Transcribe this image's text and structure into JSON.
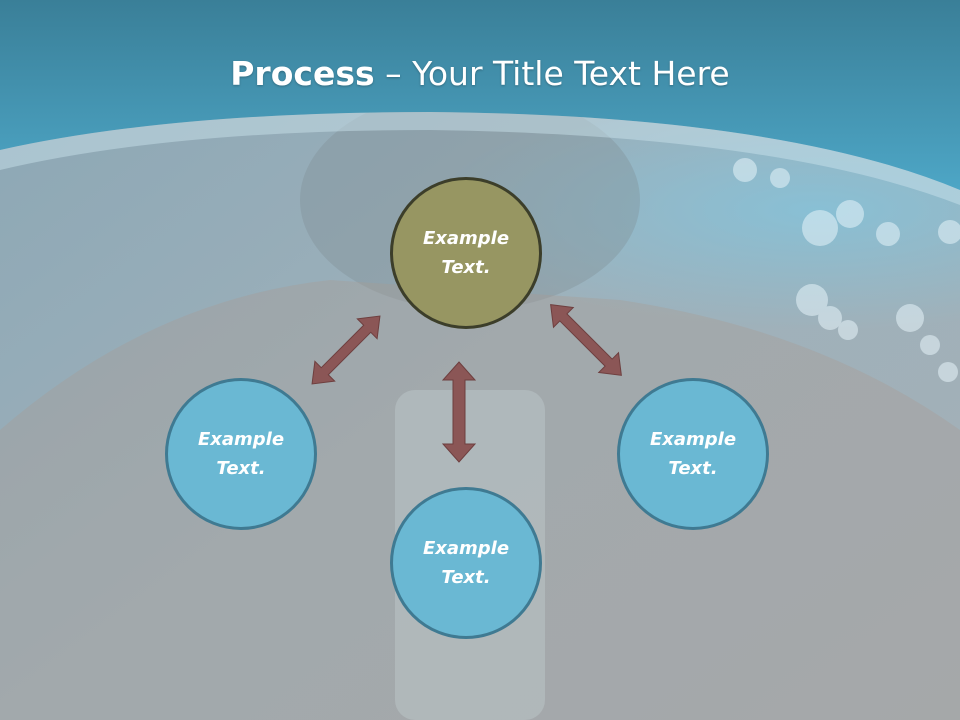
{
  "title": {
    "bold": "Process",
    "rest": " – Your Title Text Here"
  },
  "nodes": {
    "top": "Example Text.",
    "left": "Example Text.",
    "bottom": "Example Text.",
    "right": "Example Text."
  },
  "colors": {
    "header": "#3a8fb0",
    "center_node": "#979662",
    "outer_node": "#6ab8d3",
    "arrow": "#8b5656"
  }
}
